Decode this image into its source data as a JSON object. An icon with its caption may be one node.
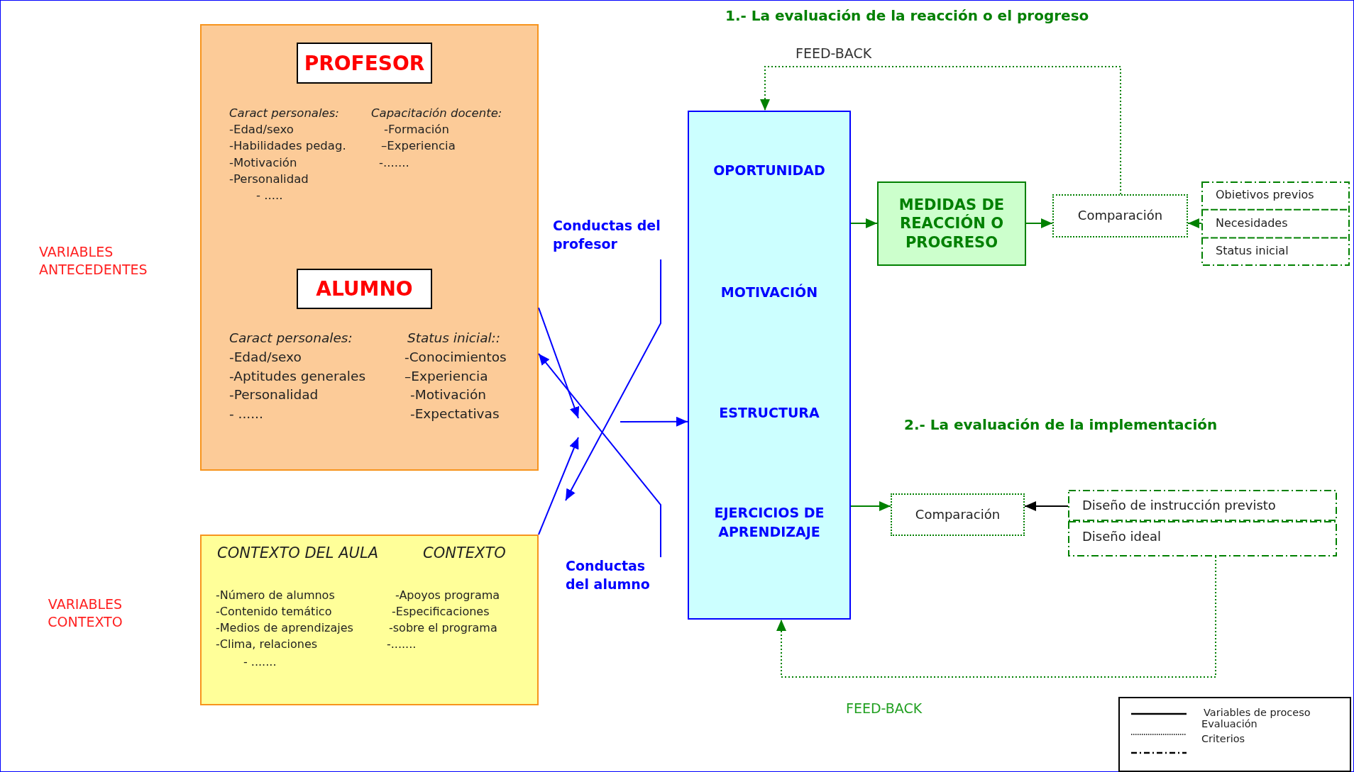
{
  "diagram": {
    "nodes": [
      {
        "text": [
          "Caract personales:",
          "-Edad/sexo",
          "-Habilidades pedag.",
          "-Motivación",
          "-Personalidad",
          "- .....",
          "Capacitación docente:",
          "-Formación",
          "–Experiencia",
          "-.......",
          "Caract personales:",
          "-Edad/sexo",
          "-Aptitudes generales",
          "-Personalidad",
          "- ......",
          "Status inicial::",
          "-Conocimientos",
          "–Experiencia",
          "-Motivación",
          "-Expectativas"
        ]
      },
      {
        "text": [
          "PROFESOR"
        ],
        "in": 0
      },
      {
        "text": [
          "ALUMNO"
        ],
        "in": 0
      },
      {
        "text": [
          "CONTEXTO DEL AULA",
          "CONTEXTO",
          "-Número de alumnos",
          "-Contenido temático",
          "-Medios de aprendizajes",
          "-Clima, relaciones",
          "- .......",
          "-Apoyos programa",
          "-Especificaciones",
          "-sobre el programa",
          "-......."
        ]
      },
      {
        "text": [
          "OPORTUNIDAD",
          "MOTIVACIÓN",
          "ESTRUCTURA",
          "EJERCICIOS DE APRENDIZAJE"
        ]
      },
      {
        "text": [
          "MEDIDAS DE REACCIÓN O PROGRESO"
        ]
      },
      {
        "text": [
          "Comparación"
        ]
      },
      {
        "text": [
          "Obietivos previos",
          "Necesidades",
          "Status inicial"
        ]
      },
      {
        "text": [
          "Comparación"
        ]
      },
      {
        "text": [
          "Diseño de instrucción previsto"
        ]
      },
      {
        "text": [
          "Diseño ideal"
        ]
      },
      {
        "text": [
          "Conductas del profesor"
        ]
      },
      {
        "text": [
          "Conductas del alumno"
        ]
      }
    ],
    "edges": [
      {
        "from": 0,
        "to": null,
        "arrow": "to",
        "color": "#0000ff"
      },
      {
        "from": 3,
        "to": null,
        "arrow": "to",
        "color": "#0000ff"
      },
      {
        "from": 11,
        "to": null,
        "arrow": "to",
        "color": "#0000ff"
      },
      {
        "from": 12,
        "to": 0,
        "arrow": "to",
        "color": "#0000ff"
      },
      {
        "from": null,
        "to": 4,
        "arrow": "to",
        "color": "#0000ff"
      },
      {
        "from": 4,
        "to": 5,
        "arrow": "to"
      },
      {
        "from": 5,
        "to": 6,
        "arrow": "to"
      },
      {
        "from": 7,
        "to": 6,
        "arrow": "to"
      },
      {
        "from": 6,
        "to": 4,
        "arrow": "to",
        "style": "dashed",
        "label": "FEED-BACK"
      },
      {
        "from": 4,
        "to": 8,
        "arrow": "to"
      },
      {
        "from": 9,
        "to": 8,
        "arrow": "to",
        "color": "#000000"
      },
      {
        "from": 10,
        "to": 4,
        "arrow": "to",
        "style": "dashed",
        "label": "FEED-BACK"
      }
    ],
    "labels": [
      "1.- La evaluación de la reacción o el progreso",
      "VARIABLES ANTECEDENTES",
      "2.- La evaluación de la implementación",
      "VARIABLES CONTEXTO"
    ],
    "legend": [
      {
        "text": "Variables de proceso"
      },
      {
        "text": "Evaluación"
      },
      {
        "text": "Criterios"
      }
    ]
  }
}
